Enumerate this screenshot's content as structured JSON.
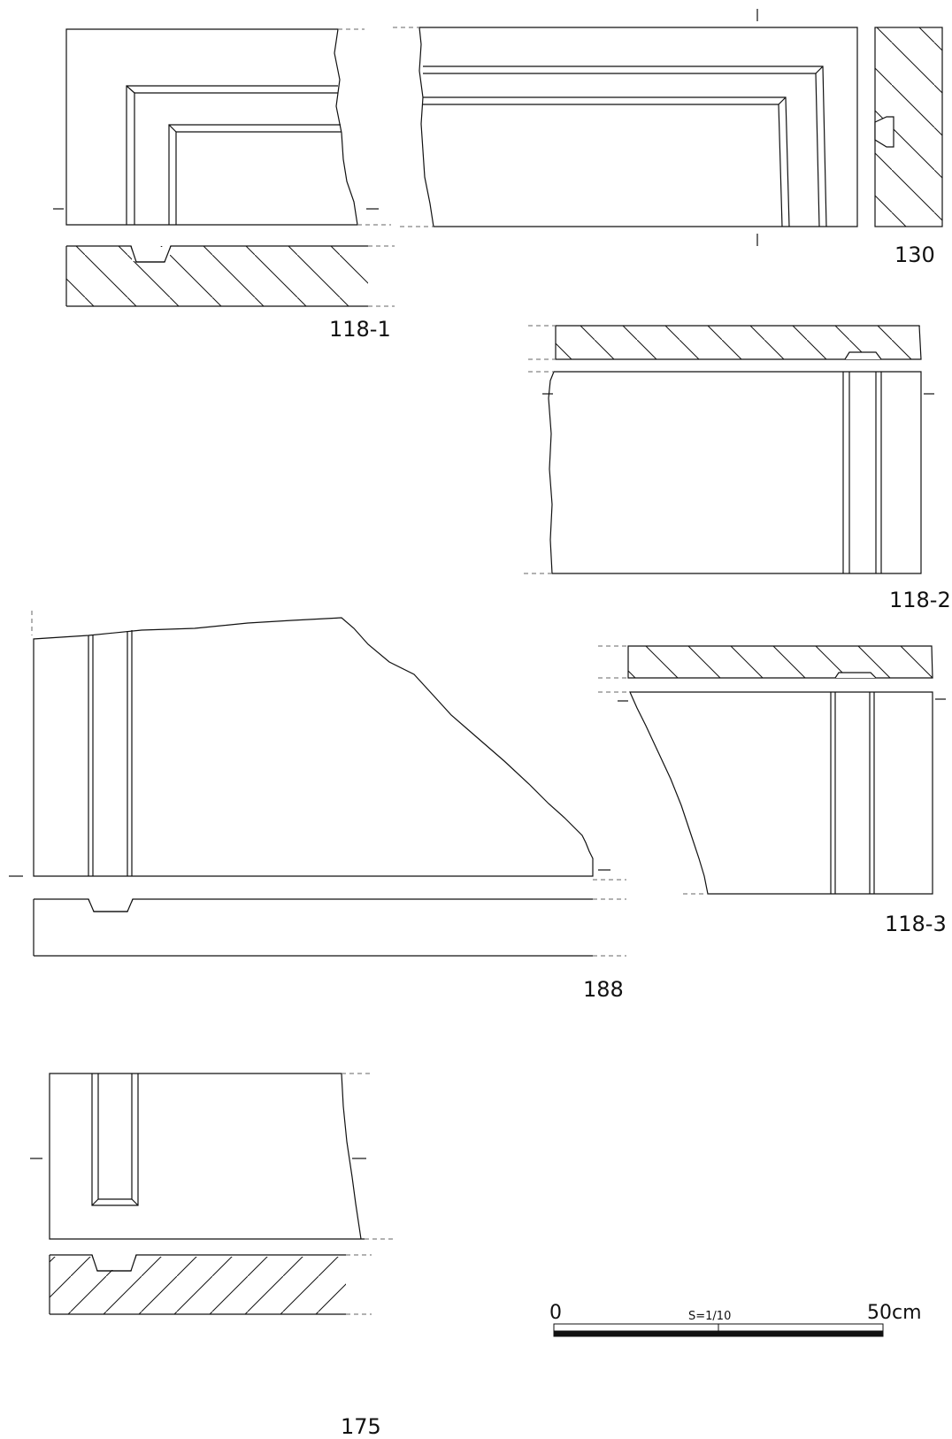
{
  "figures": [
    {
      "id": "130",
      "label": "130"
    },
    {
      "id": "118-1",
      "label": "118-1"
    },
    {
      "id": "118-2",
      "label": "118-2"
    },
    {
      "id": "118-3",
      "label": "118-3"
    },
    {
      "id": "188",
      "label": "188"
    },
    {
      "id": "175",
      "label": "175"
    }
  ],
  "scale_bar": {
    "start_label": "0",
    "end_label": "50cm",
    "ratio_label": "S=1/10"
  },
  "colors": {
    "line": "#111111",
    "dashed": "#666666",
    "background": "#ffffff"
  }
}
